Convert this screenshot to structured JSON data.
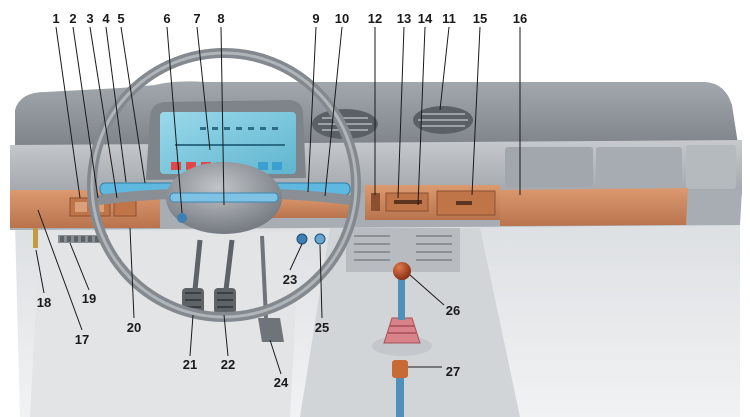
{
  "callouts": [
    {
      "id": 1,
      "label": "1"
    },
    {
      "id": 2,
      "label": "2"
    },
    {
      "id": 3,
      "label": "3"
    },
    {
      "id": 4,
      "label": "4"
    },
    {
      "id": 5,
      "label": "5"
    },
    {
      "id": 6,
      "label": "6"
    },
    {
      "id": 7,
      "label": "7"
    },
    {
      "id": 8,
      "label": "8"
    },
    {
      "id": 9,
      "label": "9"
    },
    {
      "id": 10,
      "label": "10"
    },
    {
      "id": 11,
      "label": "11"
    },
    {
      "id": 12,
      "label": "12"
    },
    {
      "id": 13,
      "label": "13"
    },
    {
      "id": 14,
      "label": "14"
    },
    {
      "id": 15,
      "label": "15"
    },
    {
      "id": 16,
      "label": "16"
    },
    {
      "id": 17,
      "label": "17"
    },
    {
      "id": 18,
      "label": "18"
    },
    {
      "id": 19,
      "label": "19"
    },
    {
      "id": 20,
      "label": "20"
    },
    {
      "id": 21,
      "label": "21"
    },
    {
      "id": 22,
      "label": "22"
    },
    {
      "id": 23,
      "label": "23"
    },
    {
      "id": 24,
      "label": "24"
    },
    {
      "id": 25,
      "label": "25"
    },
    {
      "id": 26,
      "label": "26"
    },
    {
      "id": 27,
      "label": "27"
    }
  ],
  "colors": {
    "dash_top": "#8d9299",
    "dash_face": "#b3b8be",
    "trim_panel": "#cf8a60",
    "instrument_glass": "#79c8dc",
    "floor": "#e6e8ea",
    "wheel": "#8a8f95",
    "knob": "#b44a26",
    "boot": "#d9828a",
    "accent_blue": "#4aa5d8"
  }
}
